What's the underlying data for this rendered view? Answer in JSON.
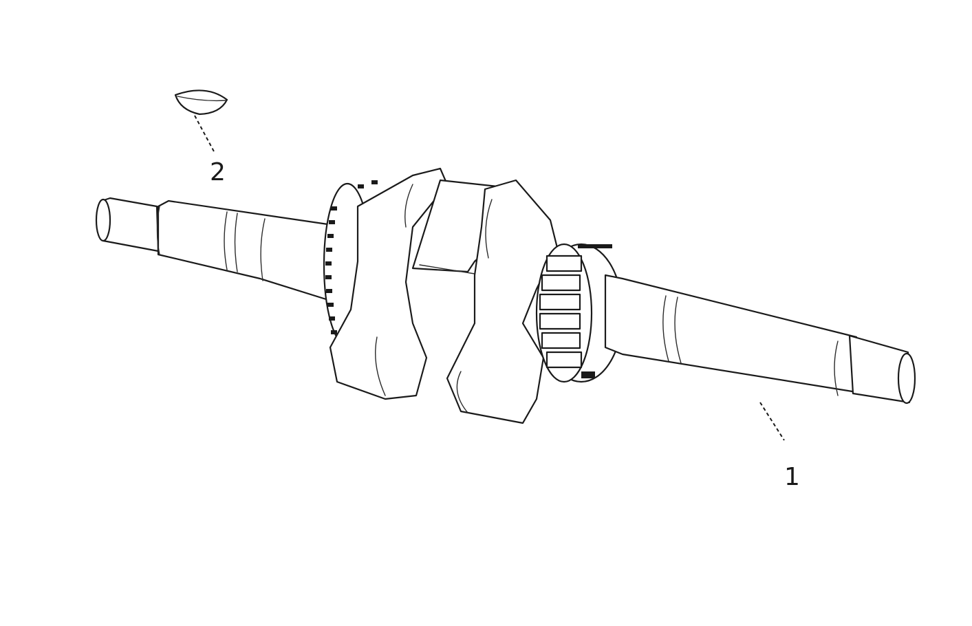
{
  "labels": {
    "part_1": "1",
    "part_2": "2"
  },
  "parts": [
    {
      "id": "crankshaft",
      "label_ref": "part_1",
      "icon": "crankshaft-icon"
    },
    {
      "id": "woodruff-key",
      "label_ref": "part_2",
      "icon": "half-moon-key-icon"
    }
  ],
  "colors": {
    "line": "#1a1a1a",
    "background": "#ffffff"
  }
}
